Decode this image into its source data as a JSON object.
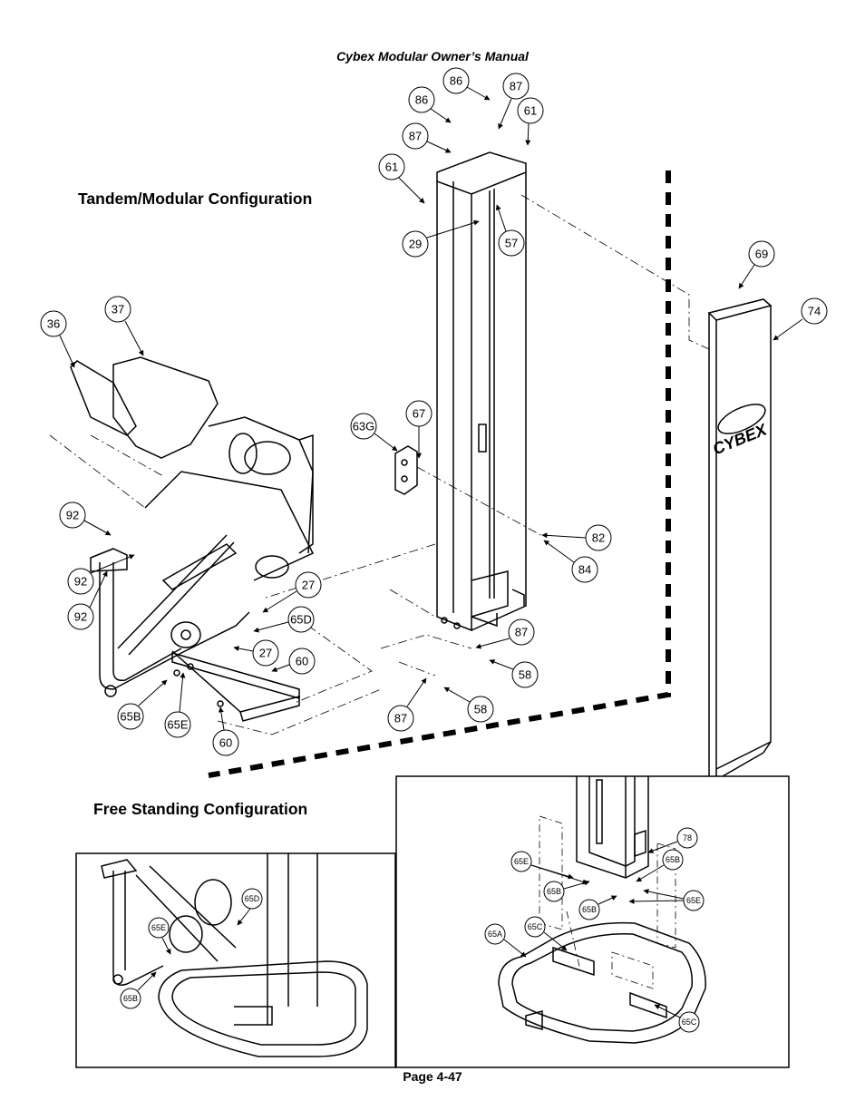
{
  "header": {
    "title": "Cybex Modular Owner’s Manual"
  },
  "sections": {
    "tandem": "Tandem/Modular Configuration",
    "free_standing": "Free Standing Configuration"
  },
  "footer": {
    "page": "Page 4-47"
  },
  "brand_text": "CYBEX",
  "callouts_main": [
    "86",
    "87",
    "86",
    "61",
    "87",
    "61",
    "29",
    "57",
    "69",
    "74",
    "37",
    "36",
    "63G",
    "67",
    "82",
    "84",
    "92",
    "92",
    "92",
    "27",
    "65D",
    "27",
    "60",
    "87",
    "58",
    "87",
    "58",
    "65B",
    "65E",
    "60"
  ],
  "callouts_inset_left": [
    "65D",
    "65E",
    "65B"
  ],
  "callouts_inset_right": [
    "78",
    "65E",
    "65B",
    "65B",
    "65B",
    "65E",
    "65A",
    "65C",
    "65C"
  ]
}
